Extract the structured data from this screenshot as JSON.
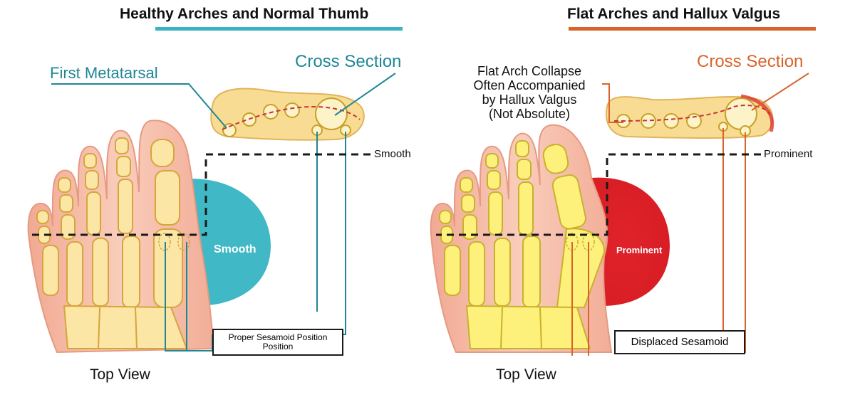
{
  "left_panel": {
    "title": "Healthy Arches and Normal Thumb",
    "accent_color": "#3bb3c3",
    "callout_bone": "First Metatarsal",
    "callout_section": "Cross Section",
    "contour_label": "Smooth",
    "bulge_label": "Smooth",
    "sesamoid_label_line1": "Proper Sesamoid Position",
    "sesamoid_label_line2": "Position",
    "view_label": "Top View"
  },
  "right_panel": {
    "title": "Flat Arches and Hallux Valgus",
    "accent_color": "#d9642b",
    "callout_note_lines": [
      "Flat Arch Collapse",
      "Often Accompanied",
      "by Hallux Valgus",
      "(Not Absolute)"
    ],
    "callout_section": "Cross Section",
    "contour_label": "Prominent",
    "bulge_label": "Prominent",
    "sesamoid_label": "Displaced Sesamoid",
    "view_label": "Top View",
    "bulge_color": "#e0232a"
  },
  "colors": {
    "skin": "#f6b9a4",
    "bone_fill_left": "#fbe6a6",
    "bone_fill_right": "#fdf17c",
    "bone_stroke": "#d6a53c",
    "section_fill": "#f8dc93",
    "section_dash": "#c8323a",
    "left_line": "#1f8696",
    "right_line": "#d9642b",
    "dashed": "#1a1a1a"
  }
}
